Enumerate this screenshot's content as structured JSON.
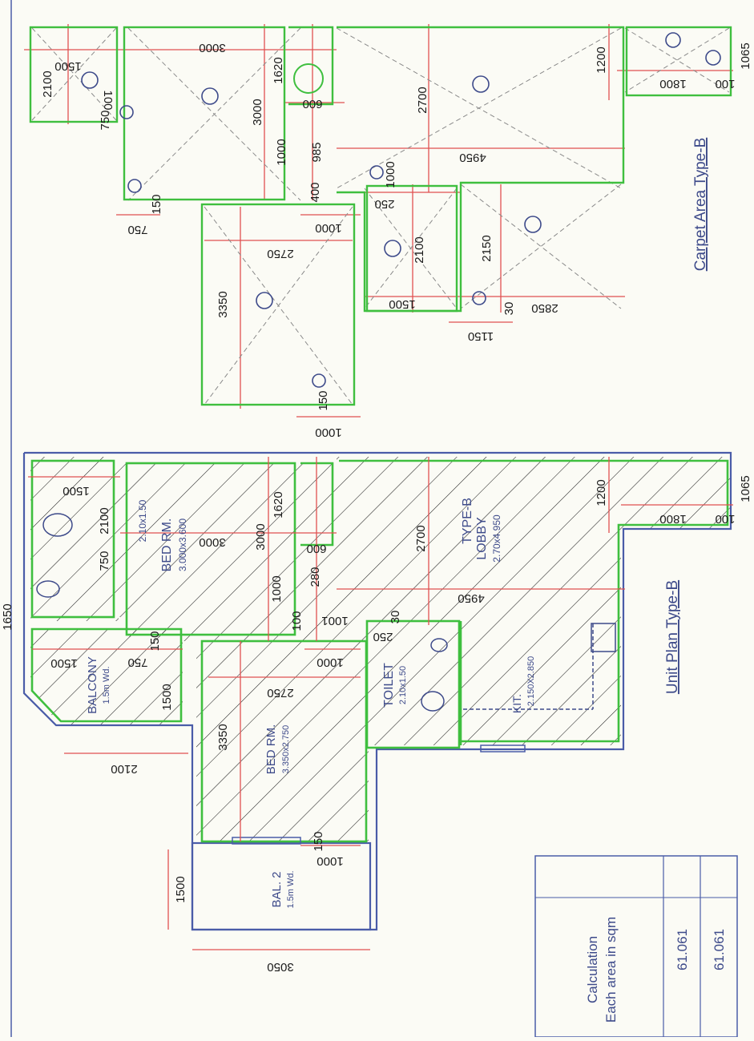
{
  "colors": {
    "paper": "#fbfbf5",
    "wall": "#3fbf3f",
    "outline": "#4a5ca8",
    "hatch": "#222222",
    "dimension": "#e05050",
    "text": "#3d4a8a",
    "dark": "#1a1a1a"
  },
  "carpet_plan": {
    "title": "Carpet Area Type-B",
    "dims": {
      "d1500": "1500",
      "d2100": "2100",
      "d750": "750",
      "d100": "100",
      "d3000a": "3000",
      "d3000b": "3000",
      "d1620": "1620",
      "d600": "600",
      "d1000": "1000",
      "d985": "985",
      "d400": "400",
      "d1000b": "1000",
      "d2700": "2700",
      "d4950": "4950",
      "d1200": "1200",
      "d1800": "1800",
      "d100b": "100",
      "d1065": "1065",
      "d250": "250",
      "d2100b": "2100",
      "d1500b": "1500",
      "d2150": "2150",
      "d2850": "2850",
      "d1150": "1150",
      "d3350": "3350",
      "d2750": "2750",
      "d1000c": "1000",
      "d150": "150",
      "d150b": "150",
      "d750b": "750",
      "d1000d": "1000",
      "d30": "30"
    }
  },
  "unit_plan": {
    "title": "Unit Plan Type-B",
    "rooms": {
      "bed1_name": "BED RM.",
      "bed1_size": "3.000x3.600",
      "bed1_wd": "2.10x1.50",
      "balcony_name": "BALCONY",
      "balcony_wd": "1.5m Wd.",
      "lobby_name": "LOBBY",
      "lobby_size": "2.70x4.950",
      "type_tag": "TYPE-B",
      "toilet_name": "TOILET",
      "toilet_size": "2.10x1.50",
      "kit_name": "KIT.",
      "kit_size": "2.150X2.850",
      "bed2_name": "BED RM.",
      "bed2_size": "3.350x2.750",
      "bal2_name": "BAL. 2",
      "bal2_wd": "1.5m Wd."
    },
    "dims": {
      "d1650": "1650",
      "d1500": "1500",
      "d2100": "2100",
      "d750": "750",
      "d3000a": "3000",
      "d3000b": "3000",
      "d1620": "1620",
      "d600": "600",
      "d1000": "1000",
      "d280": "280",
      "d100": "100",
      "d1001": "1001",
      "d2700": "2700",
      "d4950": "4950",
      "d1200": "1200",
      "d1800": "1800",
      "d100b": "100",
      "d1065": "1065",
      "d1500b": "1500",
      "d750b": "750",
      "d150": "150",
      "d1000b": "1000",
      "d250": "250",
      "d30": "30",
      "d2100b": "2100",
      "d3350": "3350",
      "d2750": "2750",
      "d150b": "150",
      "d1000c": "1000",
      "d1500c": "1500",
      "d3050": "3050"
    }
  },
  "calc_table": {
    "header_line1": "Calculation",
    "header_line2": "Each area in sqm",
    "row1": "61.061",
    "row2": "61.061"
  }
}
